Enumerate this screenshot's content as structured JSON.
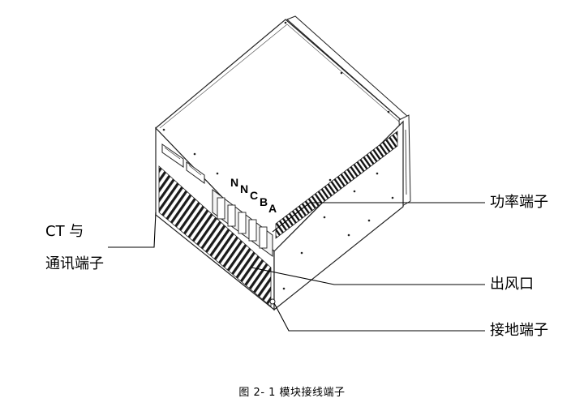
{
  "labels": {
    "ct_line1": "CT 与",
    "ct_line2": "通讯端子",
    "power_terminal": "功率端子",
    "air_outlet": "出风口",
    "ground_terminal": "接地端子"
  },
  "phase_letters": [
    "N",
    "N",
    "C",
    "B",
    "A"
  ],
  "caption": "图 2- 1 模块接线端子"
}
